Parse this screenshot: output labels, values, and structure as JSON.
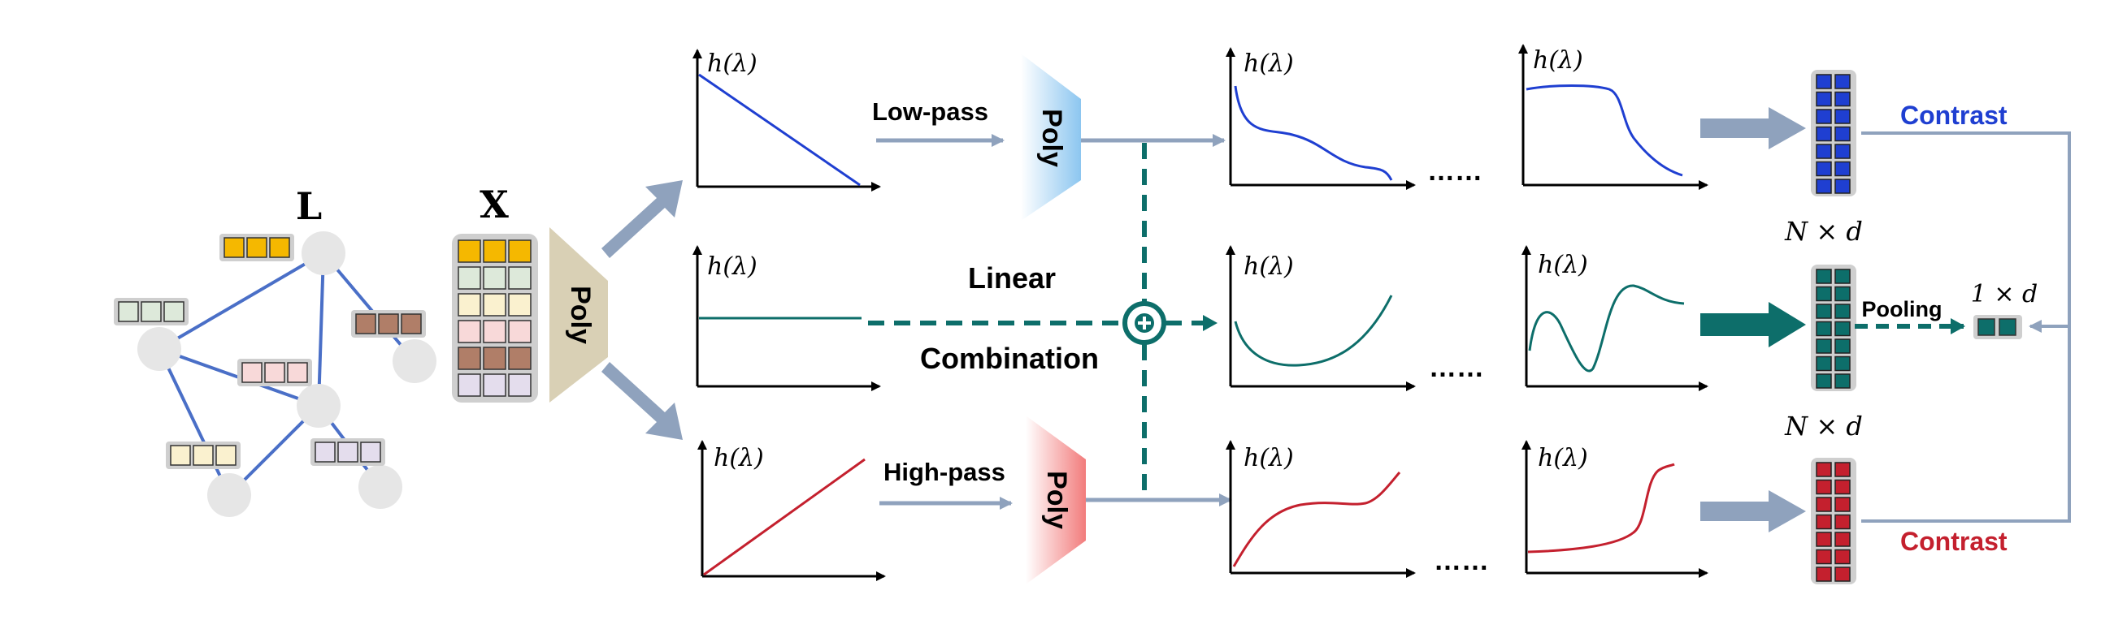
{
  "graph": {
    "laplacian_label": "L",
    "feature_label": "X",
    "node_feature_colors": [
      "#F5B800",
      "#DDE9DA",
      "#FAF1CF",
      "#F8D9D9",
      "#B07E68",
      "#E4DDED"
    ]
  },
  "poly_label": "Poly",
  "filter_axis_label": "h(λ)",
  "branches": {
    "top": {
      "name": "Low-pass",
      "color": "#1F3FD1",
      "output_label": "Contrast",
      "output_color": "#1F3FD1"
    },
    "middle": {
      "name_line1": "Linear",
      "name_line2": "Combination",
      "color": "#0D6E6A"
    },
    "bottom": {
      "name": "High-pass",
      "color": "#C4202E",
      "output_label": "Contrast",
      "output_color": "#C4202E"
    }
  },
  "dims": {
    "top": "N × d",
    "bottom": "N × d",
    "pooled": "1 × d"
  },
  "pooling_label": "Pooling",
  "ellipsis": "……",
  "colors": {
    "graph_edge": "#4A6FC7",
    "graph_node": "#E6E6E6",
    "arrow_grey": "#8FA2BD",
    "poly_top": "#8CC6F0",
    "poly_bottom": "#F27C7C",
    "poly_main": "#D9D0B5"
  }
}
